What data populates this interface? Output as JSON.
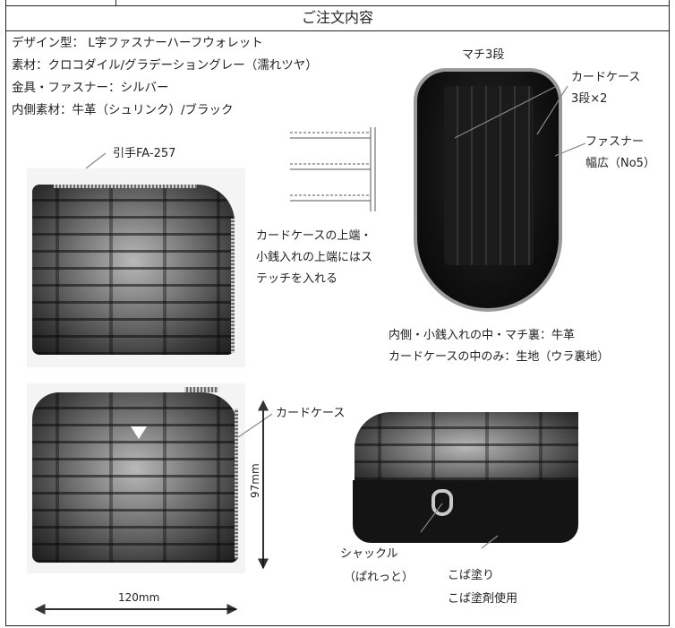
{
  "title": "ご注文内容",
  "spec": {
    "design": "デザイン型： L字ファスナーハーフウォレット",
    "material": "素材：クロコダイル/グラデーショングレー（濡れツヤ）",
    "hardware": "金具・ファスナー：シルバー",
    "lining": "内側素材：牛革（シュリンク）/ブラック"
  },
  "labels": {
    "puller": "引手FA-257",
    "stitch_line1": "カードケースの上端・",
    "stitch_line2": "小銭入れの上端にはス",
    "stitch_line3": "テッチを入れる",
    "gusset": "マチ3段",
    "cardcase_top": "カードケース",
    "cardcase_count": "3段×2",
    "zipper": "ファスナー",
    "zipper_width": "幅広（No5）",
    "inside_line1": "内側・小銭入れの中・マチ裏：牛革",
    "inside_line2": "カードケースの中のみ：生地（ウラ裏地）",
    "cardcase_front": "カードケース",
    "height": "97mm",
    "width": "120mm",
    "shackle": "シャックル",
    "shackle_reading": "（ぱれっと）",
    "edge": "こば塗り",
    "edge_agent": "こば塗剤使用"
  }
}
